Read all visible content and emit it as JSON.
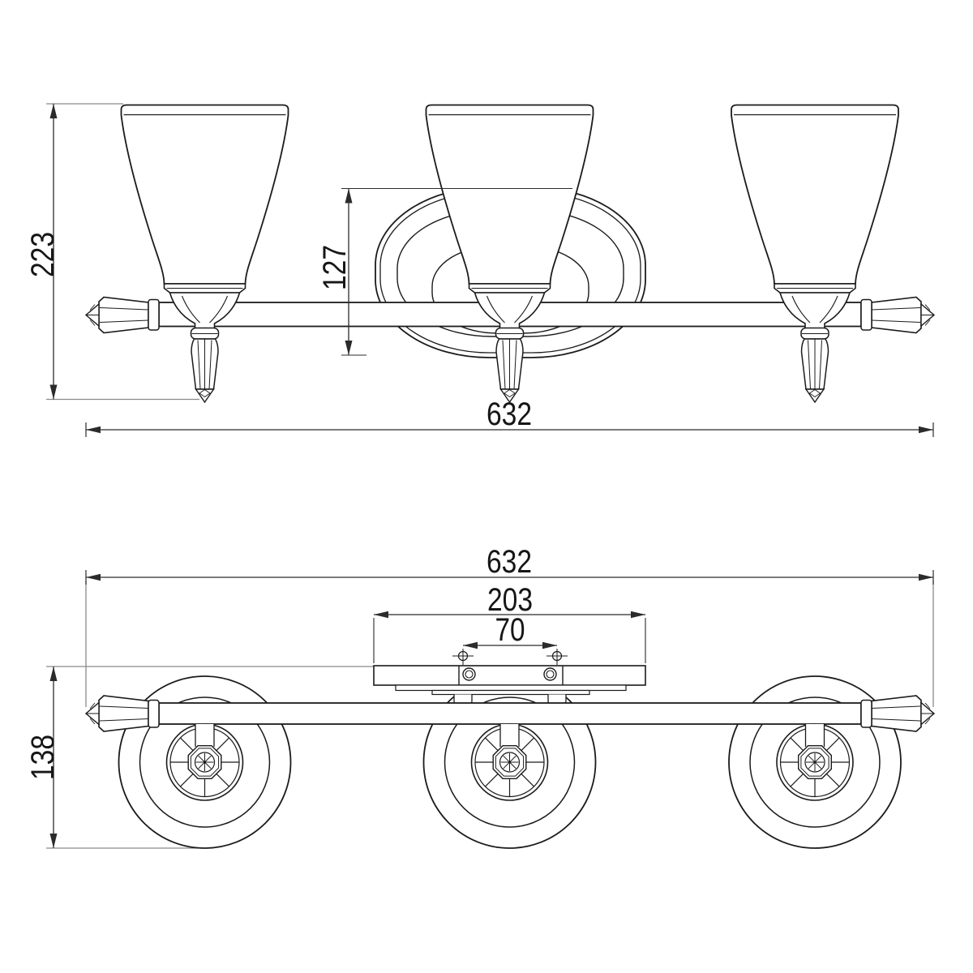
{
  "drawing": {
    "type": "technical-dimension-drawing",
    "subject": "3-light bath vanity fixture, front elevation and bottom view",
    "views": {
      "front": {
        "dims": {
          "overall_height": "223",
          "backplate_height": "127",
          "overall_width": "632"
        }
      },
      "bottom": {
        "dims": {
          "overall_width": "632",
          "backplate_width": "203",
          "mount_hole_spacing": "70",
          "overall_depth": "138"
        }
      }
    },
    "colors": {
      "line": "#1b1b1b",
      "dimension": "#2b2b2b",
      "extension": "#8a8a8a",
      "background": "#ffffff"
    }
  }
}
